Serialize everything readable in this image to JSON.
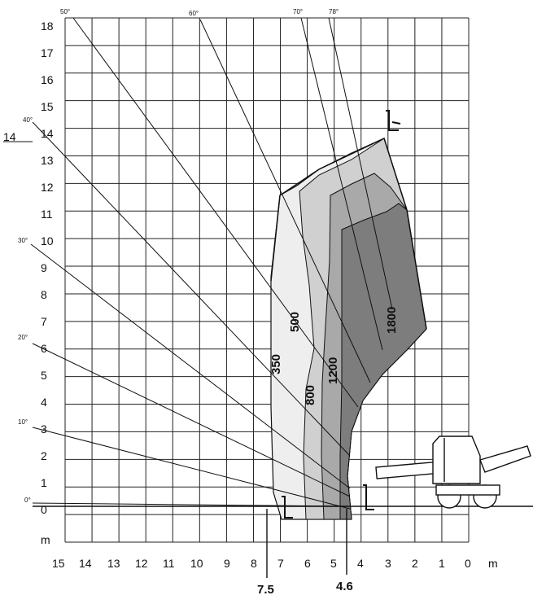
{
  "y_axis": {
    "ticks": [
      "18",
      "17",
      "16",
      "15",
      "14",
      "13",
      "12",
      "11",
      "10",
      "9",
      "8",
      "7",
      "6",
      "5",
      "4",
      "3",
      "2",
      "1",
      "0"
    ],
    "unit": "m",
    "side_marker": "14"
  },
  "x_axis": {
    "ticks": [
      "15",
      "14",
      "13",
      "12",
      "11",
      "10",
      "9",
      "8",
      "7",
      "6",
      "5",
      "4",
      "3",
      "2",
      "1",
      "0"
    ],
    "unit": "m"
  },
  "boom_angles": [
    "50°",
    "60°",
    "70°",
    "78°",
    "40°",
    "30°",
    "20°",
    "10°",
    "0°"
  ],
  "load_zones": [
    "350",
    "500",
    "800",
    "1200",
    "1800"
  ],
  "bottom_markers": [
    "7.5",
    "4.6"
  ],
  "colors": {
    "grid": "#222222",
    "zone_light": "#ececec",
    "zone_mid": "#c8c8c8",
    "zone_dark": "#8a8a8a",
    "zone_darkest": "#5e5e5e"
  },
  "icons": [
    "telehandler-machine-icon",
    "fork-attachment-icon"
  ]
}
